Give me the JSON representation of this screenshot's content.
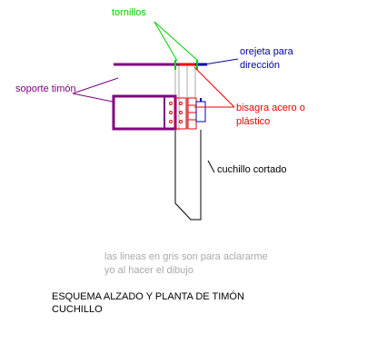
{
  "labels": {
    "tornillos": "tornillos",
    "orejeta_line1": "orejeta para",
    "orejeta_line2": "dirección",
    "soporte_timon": "soporte timón",
    "bisagra_line1": "bisagra acero o",
    "bisagra_line2": "plástico",
    "cuchillo_cortado": "cuchillo cortado"
  },
  "note": {
    "line1": "las lineas en gris son para aclararme",
    "line2": "yo al hacer el dibujo"
  },
  "caption": {
    "line1": "ESQUEMA ALZADO Y PLANTA DE TIMÓN",
    "line2": "CUCHILLO"
  },
  "colors": {
    "green": "#00cc00",
    "blue": "#0000aa",
    "purple": "#800080",
    "red": "#ee0000",
    "gray": "#a9a9a9",
    "black": "#000000"
  }
}
